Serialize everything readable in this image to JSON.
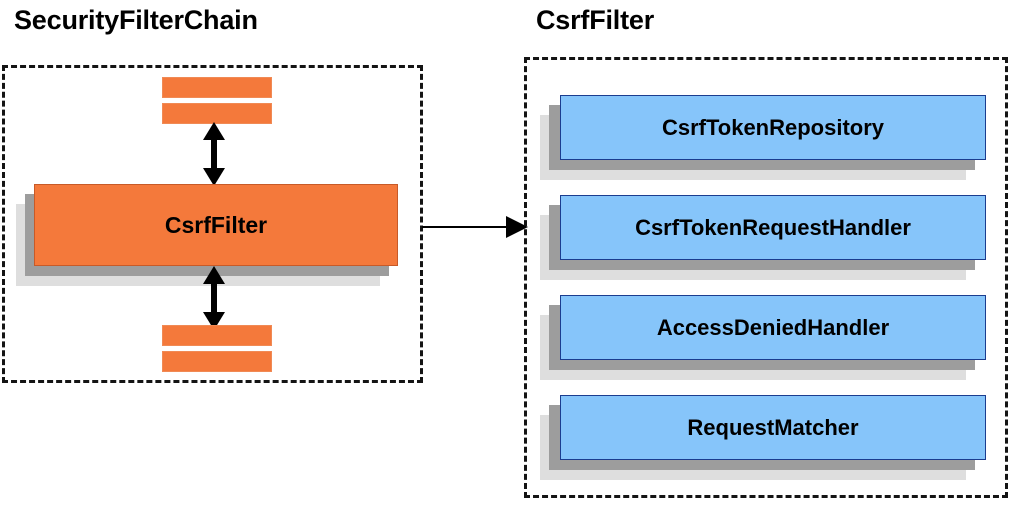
{
  "diagram": {
    "title_left": "SecurityFilterChain",
    "title_right": "CsrfFilter",
    "colors": {
      "orange_fill": "#F4793B",
      "orange_border": "#C75A28",
      "blue_fill": "#86C5FA",
      "blue_border": "#1B3D8F",
      "shadow_mid": "#9D9D9D",
      "shadow_back": "#DEDEDE",
      "outline": "#141414",
      "text": "#000000"
    }
  },
  "left_panel": {
    "name": "SecurityFilterChain",
    "main_box_label": "CsrfFilter",
    "filter_bars": [
      {
        "label": "",
        "position": "above-1"
      },
      {
        "label": "",
        "position": "above-2"
      },
      {
        "label": "",
        "position": "below-1"
      },
      {
        "label": "",
        "position": "below-2"
      }
    ],
    "connectors": [
      {
        "name": "bidirectional-arrow-top",
        "direction": "up-down"
      },
      {
        "name": "bidirectional-arrow-bottom",
        "direction": "up-down"
      }
    ]
  },
  "right_panel": {
    "name": "CsrfFilter",
    "components": [
      {
        "label": "CsrfTokenRepository"
      },
      {
        "label": "CsrfTokenRequestHandler"
      },
      {
        "label": "AccessDeniedHandler"
      },
      {
        "label": "RequestMatcher"
      }
    ]
  },
  "cross_panel_connector": {
    "name": "csrffilter-to-detail-arrow",
    "direction": "right"
  }
}
